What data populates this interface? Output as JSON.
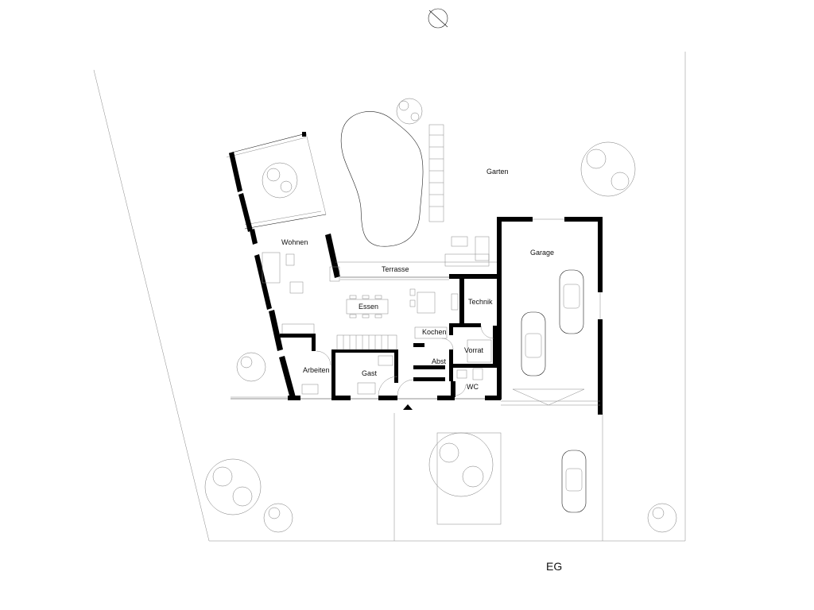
{
  "floor_label": "EG",
  "rooms": {
    "garten": "Garten",
    "garage": "Garage",
    "wohnen": "Wohnen",
    "terrasse": "Terrasse",
    "technik": "Technik",
    "essen": "Essen",
    "kochen": "Kochen",
    "vorrat": "Vorrat",
    "abst": "Abst",
    "arbeiten": "Arbeiten",
    "gast": "Gast",
    "wc": "WC"
  },
  "icons": {
    "north": "north-arrow-icon",
    "entrance": "entrance-triangle-icon"
  }
}
